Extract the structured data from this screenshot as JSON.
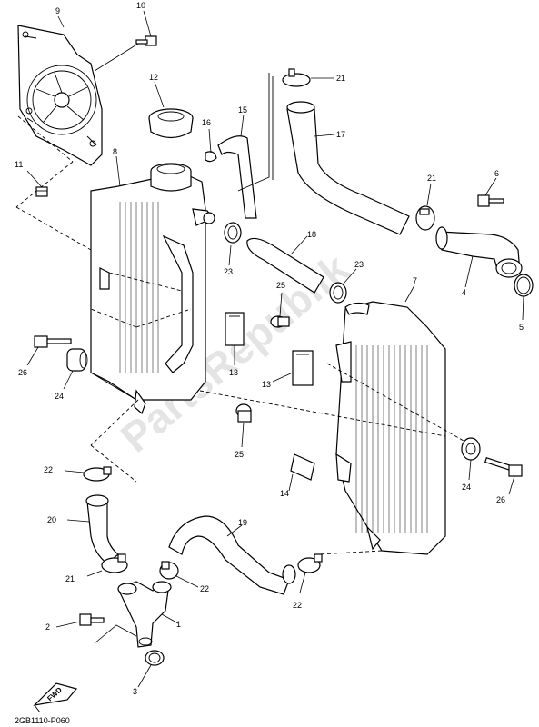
{
  "diagram_code": "2GB1110-P060",
  "watermark": "PartsRepublik",
  "forward_arrow_label": "FWD",
  "callouts": [
    {
      "id": "c9",
      "label": "9"
    },
    {
      "id": "c10",
      "label": "10"
    },
    {
      "id": "c12",
      "label": "12"
    },
    {
      "id": "c15",
      "label": "15"
    },
    {
      "id": "c16",
      "label": "16"
    },
    {
      "id": "c21a",
      "label": "21"
    },
    {
      "id": "c17",
      "label": "17"
    },
    {
      "id": "c8",
      "label": "8"
    },
    {
      "id": "c11",
      "label": "11"
    },
    {
      "id": "c21b",
      "label": "21"
    },
    {
      "id": "c6",
      "label": "6"
    },
    {
      "id": "c18",
      "label": "18"
    },
    {
      "id": "c23a",
      "label": "23"
    },
    {
      "id": "c23b",
      "label": "23"
    },
    {
      "id": "c4",
      "label": "4"
    },
    {
      "id": "c25a",
      "label": "25"
    },
    {
      "id": "c7",
      "label": "7"
    },
    {
      "id": "c5",
      "label": "5"
    },
    {
      "id": "c26a",
      "label": "26"
    },
    {
      "id": "c24a",
      "label": "24"
    },
    {
      "id": "c13a",
      "label": "13"
    },
    {
      "id": "c13b",
      "label": "13"
    },
    {
      "id": "c25b",
      "label": "25"
    },
    {
      "id": "c22a",
      "label": "22"
    },
    {
      "id": "c24b",
      "label": "24"
    },
    {
      "id": "c26b",
      "label": "26"
    },
    {
      "id": "c14",
      "label": "14"
    },
    {
      "id": "c20",
      "label": "20"
    },
    {
      "id": "c19",
      "label": "19"
    },
    {
      "id": "c21c",
      "label": "21"
    },
    {
      "id": "c22b",
      "label": "22"
    },
    {
      "id": "c22c",
      "label": "22"
    },
    {
      "id": "c2",
      "label": "2"
    },
    {
      "id": "c1",
      "label": "1"
    },
    {
      "id": "c3",
      "label": "3"
    }
  ]
}
